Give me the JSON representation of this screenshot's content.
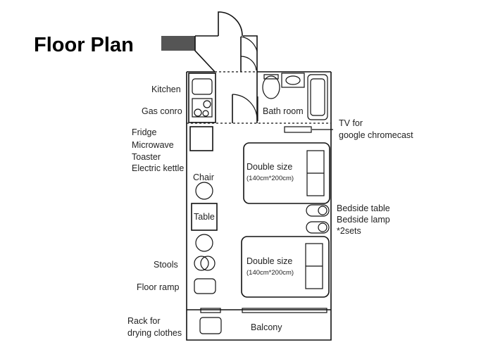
{
  "title": "Floor Plan",
  "labels": {
    "kitchen": "Kitchen",
    "gas_conro": "Gas conro",
    "fridge": "Fridge",
    "microwave": "Microwave",
    "toaster": "Toaster",
    "electric_kettle": "Electric kettle",
    "chair": "Chair",
    "table": "Table",
    "stools": "Stools",
    "floor_ramp": "Floor ramp",
    "rack_line1": "Rack for",
    "rack_line2": "drying clothes",
    "bath_room": "Bath room",
    "tv_line1": "TV for",
    "tv_line2": "google chromecast",
    "bed1_title": "Double size",
    "bed1_size": "(140cm*200cm)",
    "bed2_title": "Double size",
    "bed2_size": "(140cm*200cm)",
    "bedside_table": "Bedside table",
    "bedside_lamp": "Bedside lamp",
    "sets": "*2sets",
    "balcony": "Balcony"
  },
  "colors": {
    "line": "#111111",
    "entrance_block": "#555555",
    "background": "#ffffff"
  }
}
